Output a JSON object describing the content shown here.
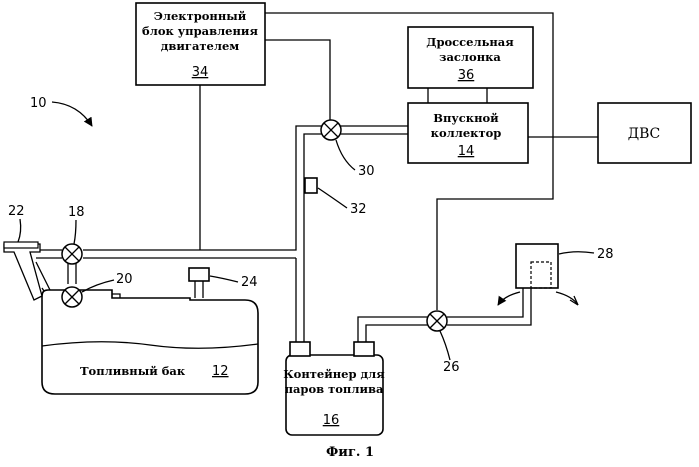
{
  "figure": {
    "caption": "Фиг. 1",
    "system_ref": "10"
  },
  "blocks": {
    "ecu": {
      "line1": "Электронный",
      "line2": "блок управления",
      "line3": "двигателем",
      "ref": "34"
    },
    "throttle": {
      "line1": "Дроссельная",
      "line2": "заслонка",
      "ref": "36"
    },
    "intake": {
      "line1": "Впускной",
      "line2": "коллектор",
      "ref": "14"
    },
    "engine": {
      "label": "ДВС"
    },
    "tank": {
      "label": "Топливный бак",
      "ref": "12"
    },
    "canister": {
      "line1": "Контейнер для",
      "line2": "паров топлива",
      "ref": "16"
    }
  },
  "callouts": {
    "filler_cap": "22",
    "valve_upper": "18",
    "valve_lower": "20",
    "sensor_tank": "24",
    "purge_valve": "30",
    "sensor_line": "32",
    "vent_valve": "26",
    "vent_filter": "28"
  }
}
